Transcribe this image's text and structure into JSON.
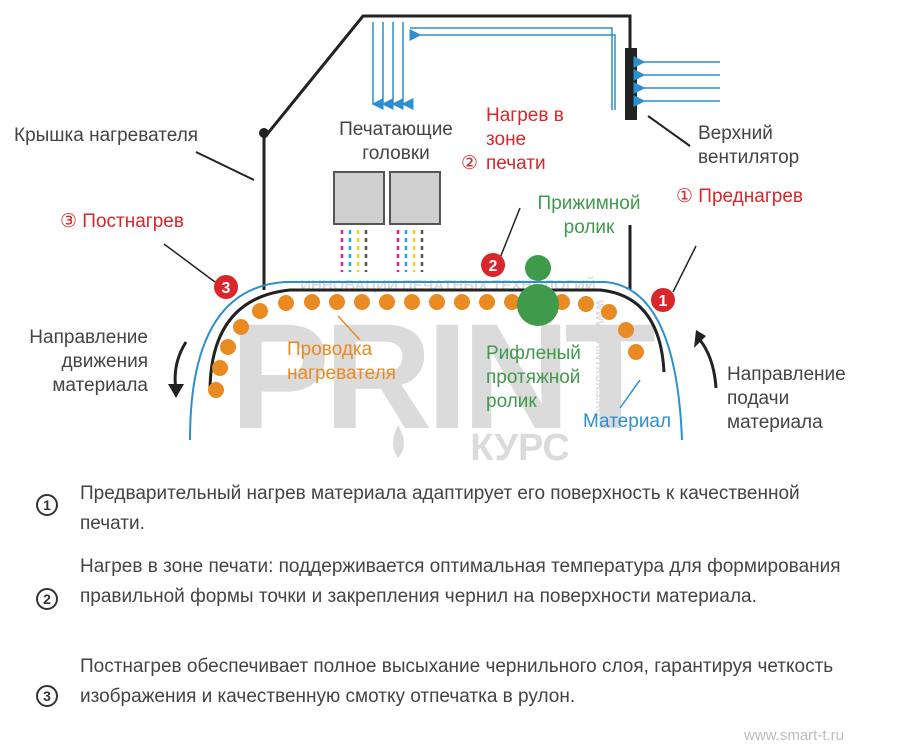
{
  "labels": {
    "heater_cover": "Крышка нагревателя",
    "print_heads": "Печатающие головки",
    "print_zone_heating": "Нагрев в зоне печати",
    "print_zone_num": "②",
    "top_fan": "Верхний вентилятор",
    "preheat": "① Преднагрев",
    "postheat": "③ Постнагрев",
    "pinch_roller": "Прижимной ролик",
    "grit_roller": "Рифленый протяжной ролик",
    "heater_wiring": "Проводка нагревателя",
    "media": "Материал",
    "media_direction": "Направление движения материала",
    "feed_direction": "Направление подачи материала"
  },
  "markers": [
    "1",
    "2",
    "3"
  ],
  "notes": [
    {
      "num": "1",
      "text": "Предварительный нагрев материала адаптирует его поверхность к качественной печати."
    },
    {
      "num": "2",
      "text": "Нагрев в зоне печати: поддерживается оптимальная температура для формирования правильной формы точки и закрепления чернил на поверхности материала."
    },
    {
      "num": "3",
      "text": "Постнагрев обеспечивает полное высыхание чернильного слоя, гарантируя четкость изображения и качественную смотку отпечатка в рулон."
    }
  ],
  "watermark": {
    "top": "ИННОВАЦИИ ПЕЧАТНЫХ ТЕХНОЛОГИЙ",
    "main": "PRINT",
    "sub": "КУРС",
    "side": "WWW.PRINTKURS.RU"
  },
  "footer": "www.smart-t.ru",
  "colors": {
    "red": "#d8262a",
    "green": "#3f9a4c",
    "orange": "#ea8a22",
    "blue": "#2c8fd0",
    "text": "#444444"
  }
}
